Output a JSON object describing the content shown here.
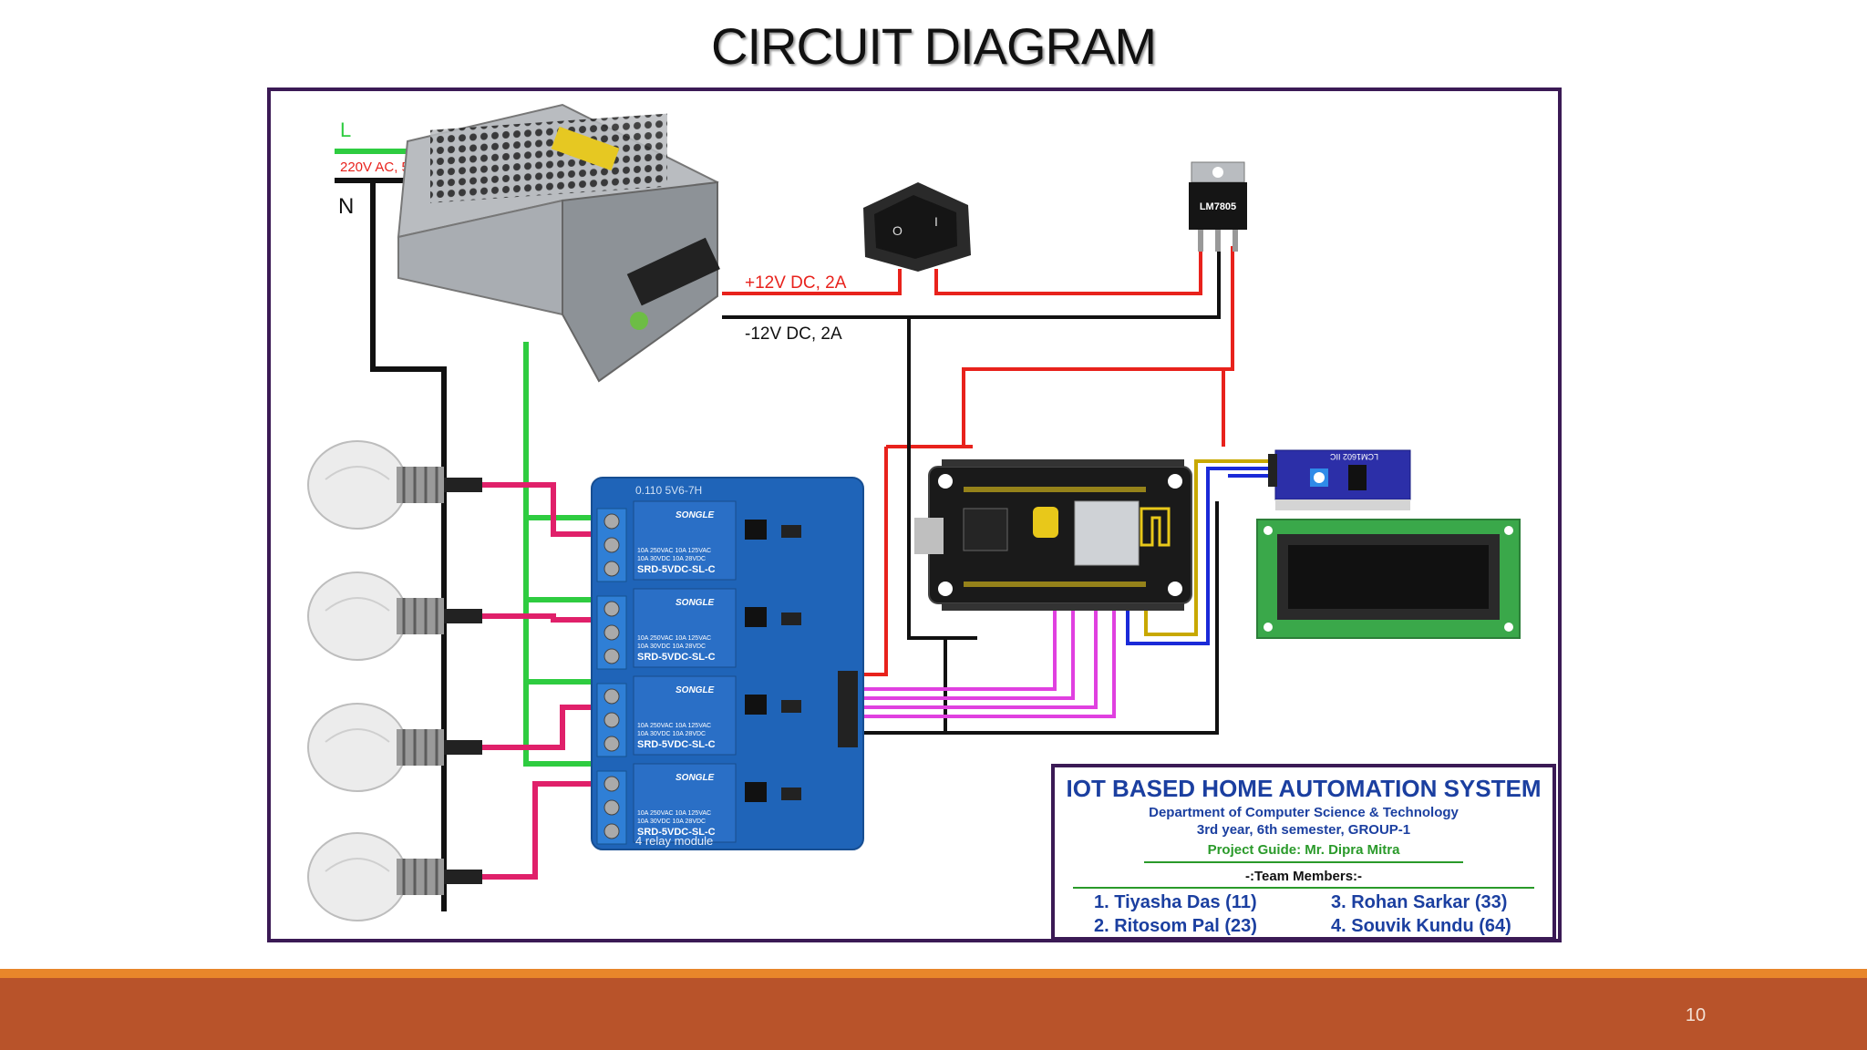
{
  "slide": {
    "title": "CIRCUIT DIAGRAM",
    "page_number": "10"
  },
  "diagram": {
    "mains": {
      "live_label": "L",
      "neutral_label": "N",
      "supply_label": "220V AC, 5A"
    },
    "dc": {
      "positive_label": "+12V DC, 2A",
      "negative_label": "-12V DC, 2A"
    },
    "regulator_label": "LM7805",
    "relay_module": {
      "relay_text_1": "SONGLE",
      "relay_text_2": "10A 250VAC  10A 125VAC",
      "relay_text_3": "10A 30VDC  10A 28VDC",
      "relay_text_4": "SRD-5VDC-SL-C",
      "module_label": "4 relay module"
    },
    "title_block": {
      "title": "IOT BASED HOME AUTOMATION SYSTEM",
      "department": "Department of Computer Science & Technology",
      "year_line": "3rd year, 6th semester, GROUP-1",
      "guide": "Project Guide: Mr. Dipra Mitra",
      "members_heading": "-:Team Members:-",
      "members": [
        "1. Tiyasha Das (11)",
        "2. Ritosom Pal (23)",
        "3. Rohan Sarkar (33)",
        "4. Souvik Kundu (64)"
      ]
    },
    "colors": {
      "frame": "#3b1a55",
      "live_wire": "#2ecc40",
      "dc_positive": "#e8221c",
      "ground": "#111111",
      "lamp_wire": "#e0206a",
      "signal_wire": "#e040e0",
      "relay_board": "#1f64b8",
      "title_block_text": "#1b3fa0",
      "guide_text": "#2a9a2a"
    },
    "icons": [
      "power-supply",
      "rocker-switch",
      "voltage-regulator",
      "light-bulb",
      "relay-module",
      "nodemcu-board",
      "i2c-adapter",
      "lcd-display"
    ]
  }
}
